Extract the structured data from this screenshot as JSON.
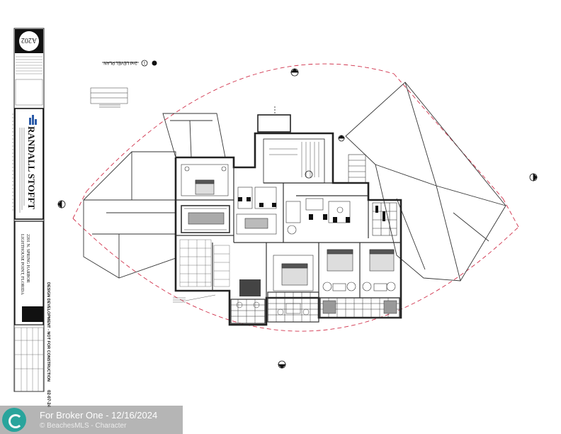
{
  "title_block": {
    "sheet_number": "A202",
    "firm": "RANDALL STOFFT",
    "project_line1": "2201 N. SPRING HARBOR",
    "project_line2": "LIGHTHOUSE POINT, FLORIDA",
    "status": "DESIGN DEVELOPMENT - NOT FOR CONSTRUCTION",
    "date": "02-07-24"
  },
  "drawing": {
    "plan_title": "2nd LEVEL PLAN",
    "plan_number": "1"
  },
  "watermark": {
    "line1": "For Broker One - 12/16/2024",
    "line2": "© BeachesMLS - Character"
  },
  "colors": {
    "property_line": "#d0304a",
    "ink": "#222222",
    "roof": "#333333",
    "watermark_bg": "#7a7a7a",
    "watermark_logo": "#1aa39a"
  }
}
